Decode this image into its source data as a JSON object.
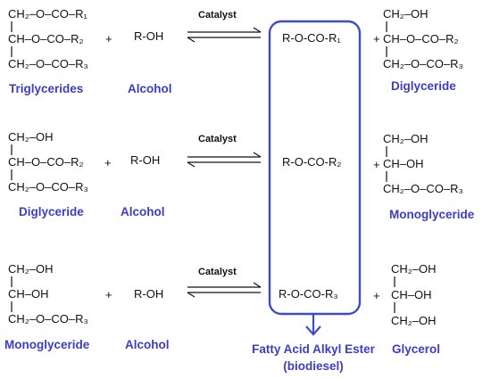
{
  "colors": {
    "label": "#3d3dc4",
    "box": "#3b4dc8",
    "ink": "#111111"
  },
  "reaction1": {
    "reactant": [
      "CH₂–O–CO–R₁",
      "CH–O–CO–R₂",
      "CH₂–O–CO–R₃"
    ],
    "reactant_label": "Triglycerides",
    "plus_left": "+",
    "alcohol": "R-OH",
    "alcohol_label": "Alcohol",
    "catalyst": "Catalyst",
    "ester": "R-O-CO-R₁",
    "plus_right": "+",
    "product": [
      "CH₂–OH",
      "CH–O–CO–R₂",
      "CH₂–O–CO–R₃"
    ],
    "product_label": "Diglyceride"
  },
  "reaction2": {
    "reactant": [
      "CH₂–OH",
      "CH–O–CO–R₂",
      "CH₂–O–CO–R₃"
    ],
    "reactant_label": "Diglyceride",
    "plus_left": "+",
    "alcohol": "R-OH",
    "alcohol_label": "Alcohol",
    "catalyst": "Catalyst",
    "ester": "R-O-CO-R₂",
    "plus_right": "+",
    "product": [
      "CH₂–OH",
      "CH–OH",
      "CH₂–O–CO–R₃"
    ],
    "product_label": "Monoglyceride"
  },
  "reaction3": {
    "reactant": [
      "CH₂–OH",
      "CH–OH",
      "CH₂–O–CO–R₃"
    ],
    "reactant_label": "Monoglyceride",
    "plus_left": "+",
    "alcohol": "R-OH",
    "alcohol_label": "Alcohol",
    "catalyst": "Catalyst",
    "ester": "R-O-CO-R₃",
    "plus_right": "+",
    "product": [
      "CH₂–OH",
      "CH–OH",
      "CH₂–OH"
    ],
    "product_label": "Glycerol"
  },
  "ester_label": [
    "Fatty Acid Alkyl Ester",
    "(biodiesel)"
  ]
}
